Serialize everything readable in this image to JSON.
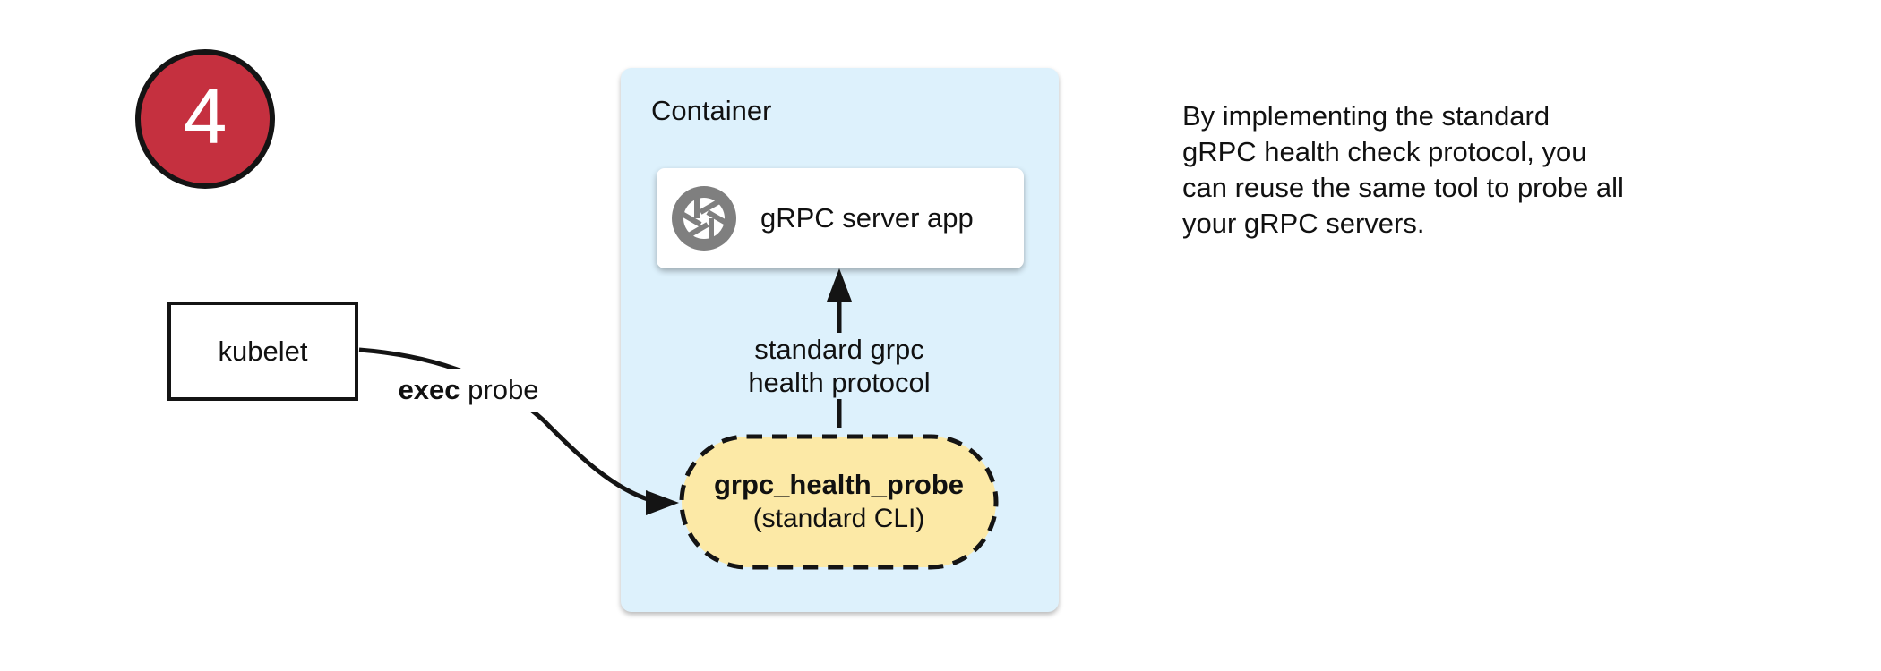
{
  "step_badge": {
    "number": "4",
    "fill_color": "#c5303f"
  },
  "kubelet_box": {
    "label": "kubelet"
  },
  "exec_probe_label": {
    "emphasis": "exec",
    "rest": " probe"
  },
  "container": {
    "title": "Container",
    "background_color": "#ddf1fc",
    "server_box": {
      "label": "gRPC server app",
      "icon": "grpc-aperture-icon",
      "icon_color": "#7f7f7f"
    },
    "protocol_arrow": {
      "label_line1": "standard grpc",
      "label_line2": "health protocol"
    },
    "probe_pill": {
      "title": "grpc_health_probe",
      "subtitle": "(standard CLI)",
      "background_color": "#fce9a6"
    }
  },
  "note": {
    "lines": [
      "By implementing the standard",
      "gRPC health check protocol, you",
      "can reuse the same tool to probe all",
      "your gRPC servers."
    ]
  }
}
